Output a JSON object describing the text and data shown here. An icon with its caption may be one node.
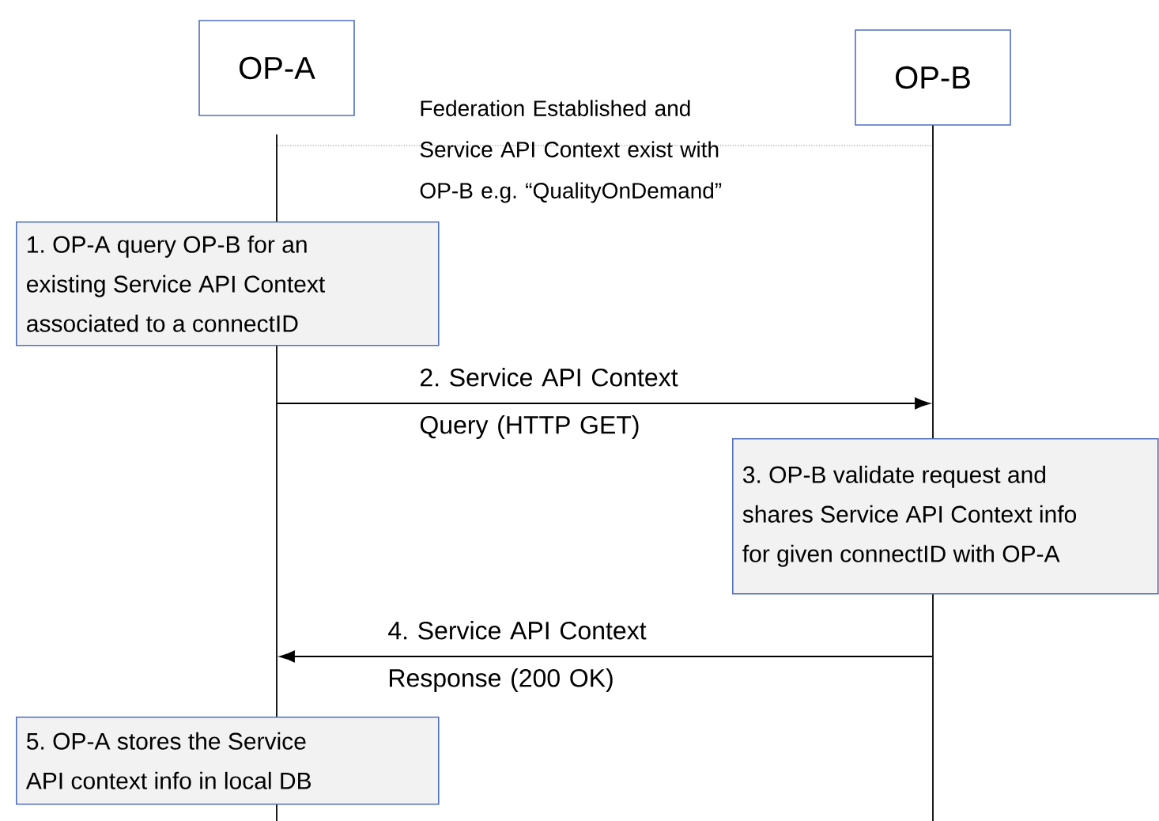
{
  "diagram": {
    "nodes": [
      {
        "text": [
          "OP-A"
        ]
      },
      {
        "text": [
          "OP-B"
        ]
      },
      {
        "text": [],
        "shape": "bar"
      },
      {
        "text": [],
        "shape": "bar"
      },
      {
        "text": [
          "1. OP-A query OP-B for an existing Service API Context associated to a connectID"
        ]
      },
      {
        "text": [
          "3. OP-B validate request and shares Service API Context info for given connectID with OP-A"
        ]
      },
      {
        "text": [
          "5. OP-A stores the Service API context info in local DB"
        ]
      }
    ],
    "edges": [
      {
        "from": 2,
        "to": 3,
        "arrow": "none",
        "style": "dashed",
        "color": "#808080",
        "label": "Federation Established and Service API Context exist with OP-B e.g. “QualityOnDemand”"
      },
      {
        "from": 2,
        "to": 3,
        "arrow": "to",
        "label": "2. Service API Context Query (HTTP GET)"
      },
      {
        "from": 3,
        "to": 2,
        "arrow": "to",
        "label": "4. Service API Context Response (200 OK)"
      }
    ]
  }
}
